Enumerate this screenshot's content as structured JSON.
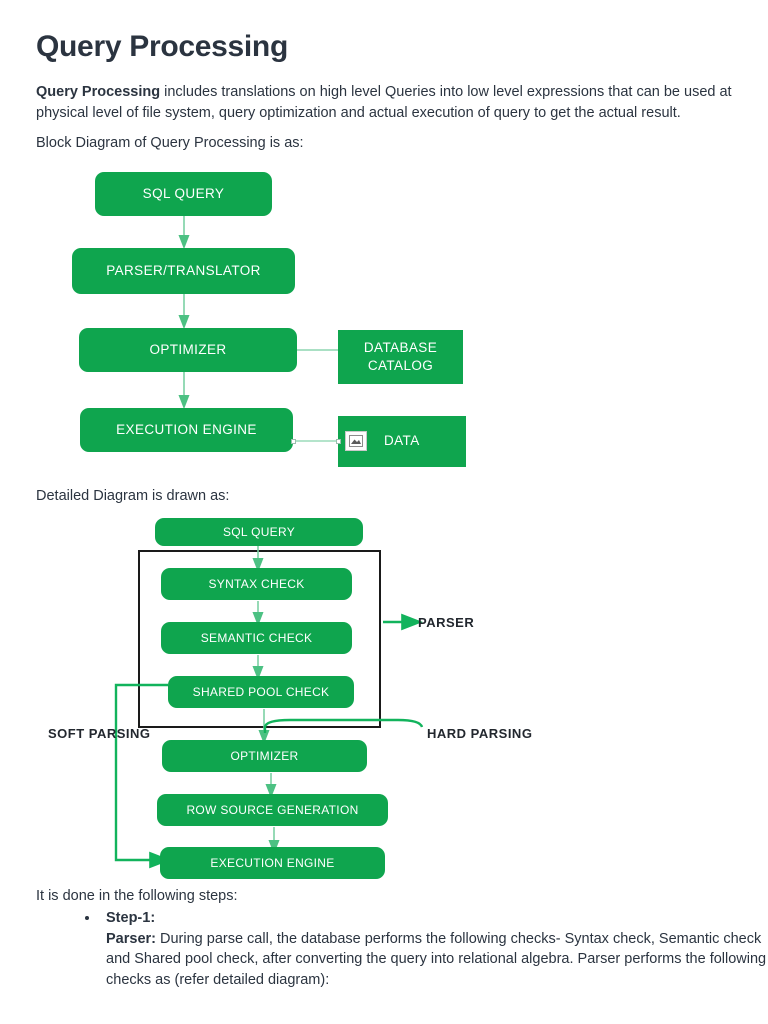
{
  "document": {
    "title": "Query Processing",
    "intro_bold": "Query Processing",
    "intro_rest": " includes translations on high level Queries into low level expressions that can be used at physical level of file system, query optimization and actual execution of query to get the actual result.",
    "block_diagram_caption": "Block Diagram of Query Processing is as:",
    "detailed_caption": "Detailed Diagram is drawn as:",
    "steps_caption": "It is done in the following steps:"
  },
  "steps": [
    {
      "label": "Step-1:",
      "body_bold": "Parser:",
      "body_rest": " During parse call, the database performs the following checks- Syntax check, Semantic check and Shared pool check, after converting the query into relational algebra. Parser performs the following checks as (refer detailed diagram):"
    }
  ],
  "block_diagram": {
    "nodes": [
      {
        "id": "sql-query",
        "label": "SQL QUERY"
      },
      {
        "id": "parser-translator",
        "label": "PARSER/TRANSLATOR"
      },
      {
        "id": "optimizer",
        "label": "OPTIMIZER"
      },
      {
        "id": "database-catalog",
        "label": "DATABASE\nCATALOG"
      },
      {
        "id": "execution-engine",
        "label": "EXECUTION ENGINE"
      },
      {
        "id": "data",
        "label": "DATA"
      }
    ],
    "labels": {
      "sql_query": "SQL QUERY",
      "parser_translator": "PARSER/TRANSLATOR",
      "optimizer": "OPTIMIZER",
      "database_catalog_line1": "DATABASE",
      "database_catalog_line2": "CATALOG",
      "execution_engine": "EXECUTION ENGINE",
      "data": "DATA"
    }
  },
  "detailed_diagram": {
    "labels": {
      "sql_query": "SQL QUERY",
      "syntax_check": "SYNTAX CHECK",
      "semantic_check": "SEMANTIC CHECK",
      "shared_pool_check": "SHARED POOL CHECK",
      "optimizer": "OPTIMIZER",
      "row_source_generation": "ROW SOURCE GENERATION",
      "execution_engine": "EXECUTION ENGINE",
      "parser": "PARSER",
      "soft_parsing": "SOFT PARSING",
      "hard_parsing": "HARD PARSING"
    }
  },
  "colors": {
    "node_green": "#0fa54e",
    "connector_green_light": "#6ecf9e",
    "connector_green_solid": "#16b15c",
    "group_border": "#1a1a1a",
    "text": "#2b3440",
    "page_background": "#ffffff"
  }
}
